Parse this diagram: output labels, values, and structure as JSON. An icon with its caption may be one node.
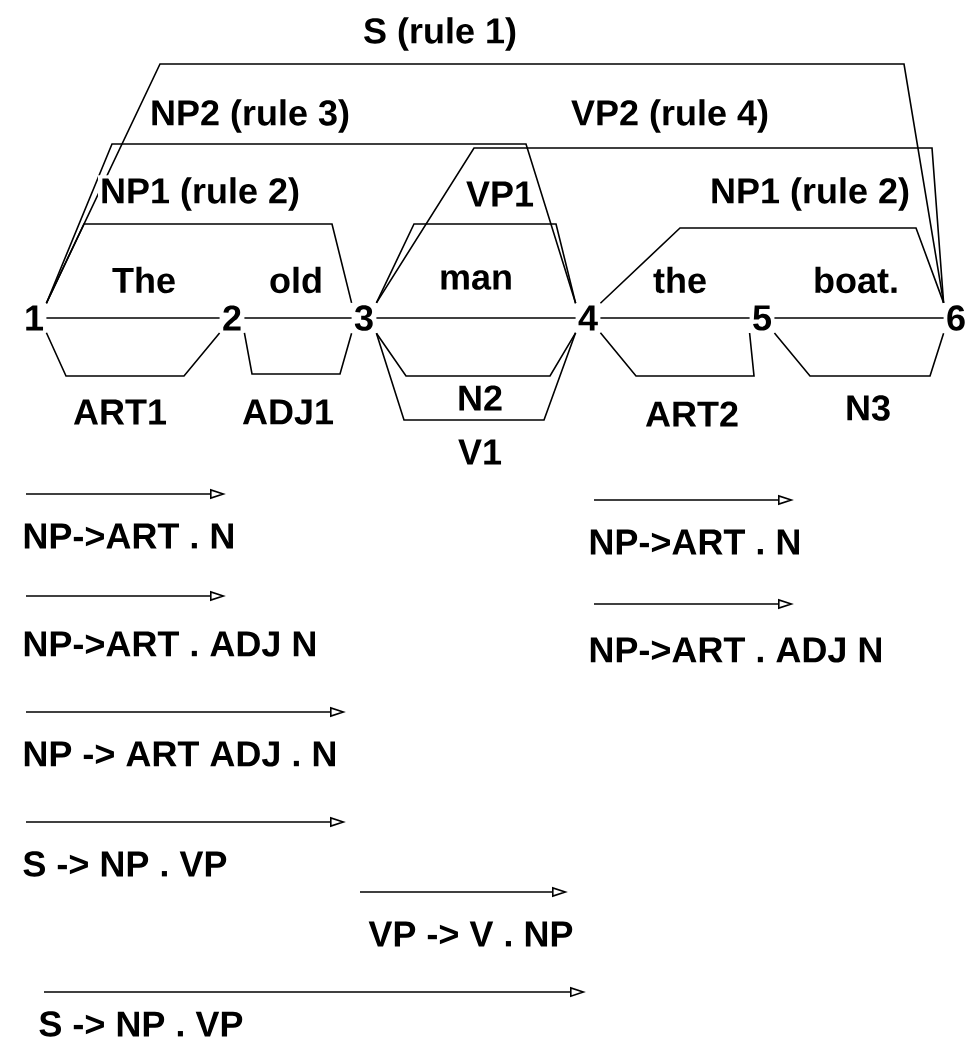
{
  "diagram": {
    "nodes": [
      {
        "text": [
          "1"
        ]
      },
      {
        "text": [
          "2"
        ]
      },
      {
        "text": [
          "3"
        ]
      },
      {
        "text": [
          "4"
        ]
      },
      {
        "text": [
          "5"
        ]
      },
      {
        "text": [
          "6"
        ]
      }
    ],
    "edges": [
      {
        "from": 0,
        "to": 1,
        "arrow": "none",
        "label": "The"
      },
      {
        "from": 1,
        "to": 2,
        "arrow": "none",
        "label": "old"
      },
      {
        "from": 2,
        "to": 3,
        "arrow": "none",
        "label": "man"
      },
      {
        "from": 3,
        "to": 4,
        "arrow": "none",
        "label": "the"
      },
      {
        "from": 4,
        "to": 5,
        "arrow": "none",
        "label": "boat."
      },
      {
        "from": 0,
        "to": 2,
        "arrow": "none",
        "label": "NP1 (rule 2)"
      },
      {
        "from": 2,
        "to": 3,
        "arrow": "none",
        "label": "VP1"
      },
      {
        "from": 3,
        "to": 5,
        "arrow": "none",
        "label": "NP1 (rule 2)"
      },
      {
        "from": 0,
        "to": 3,
        "arrow": "none",
        "label": "NP2 (rule 3)"
      },
      {
        "from": 2,
        "to": 5,
        "arrow": "none",
        "label": "VP2 (rule 4)"
      },
      {
        "from": 0,
        "to": 5,
        "arrow": "none",
        "label": "S (rule 1)"
      },
      {
        "from": 0,
        "to": 1,
        "arrow": "none",
        "label": "ART1"
      },
      {
        "from": 1,
        "to": 2,
        "arrow": "none",
        "label": "ADJ1"
      },
      {
        "from": 2,
        "to": 3,
        "arrow": "none",
        "label": "N2"
      },
      {
        "from": 2,
        "to": 3,
        "arrow": "none",
        "label": "V1"
      },
      {
        "from": 3,
        "to": 4,
        "arrow": "none",
        "label": "ART2"
      },
      {
        "from": 4,
        "to": 5,
        "arrow": "none",
        "label": "N3"
      }
    ],
    "labels": [
      "NP->ART . N",
      "NP->ART . N",
      "NP->ART . ADJ N",
      "NP->ART . ADJ N",
      "NP -> ART ADJ . N",
      "S -> NP . VP",
      "VP -> V . NP",
      "S -> NP . VP"
    ]
  }
}
